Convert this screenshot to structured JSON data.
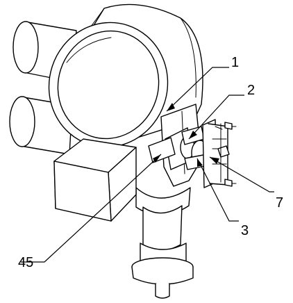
{
  "figure": {
    "kind": "patent mechanical drawing",
    "line_color": "#000000",
    "background": "#ffffff"
  },
  "labels": {
    "part_1": "1",
    "part_2": "2",
    "part_3": "3",
    "part_7": "7",
    "part_45": "45"
  }
}
